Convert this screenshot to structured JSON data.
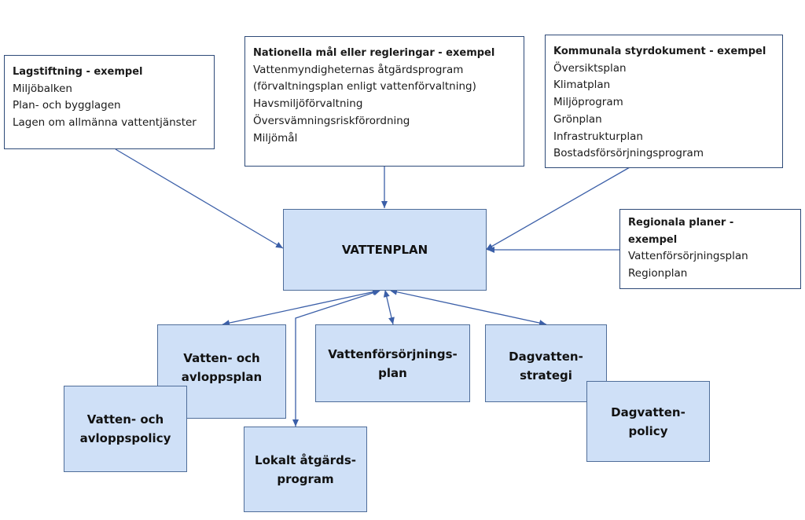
{
  "colors": {
    "box_fill": "#cfe0f7",
    "box_border": "#4f6d99",
    "connector": "#3b5fa8",
    "text_box_border": "#2e4a78"
  },
  "boxes": {
    "lagstiftning": {
      "title": "Lagstiftning  - exempel",
      "items": [
        "Miljöbalken",
        "Plan- och bygglagen",
        "Lagen om allmänna vattentjänster"
      ]
    },
    "nationella": {
      "title": "Nationella mål eller regleringar  - exempel",
      "items": [
        "Vattenmyndigheternas åtgärdsprogram",
        "(förvaltningsplan enligt vattenförvaltning)",
        "Havsmiljöförvaltning",
        "Översvämningsriskförordning",
        "Miljömål"
      ]
    },
    "kommunala": {
      "title": "Kommunala styrdokument - exempel",
      "items": [
        "Översiktsplan",
        "Klimatplan",
        "Miljöprogram",
        "Grönplan",
        "Infrastrukturplan",
        "Bostadsförsörjningsprogram"
      ]
    },
    "regionala": {
      "title_line1": "Regionala planer -",
      "title_line2": "exempel",
      "items": [
        "Vattenförsörjningsplan",
        "Regionplan"
      ]
    }
  },
  "plans": {
    "vattenplan": "VATTENPLAN",
    "va_plan": "Vatten- och\navloppsplan",
    "va_policy": "Vatten- och\navloppspolicy",
    "vattenforsorjning": "Vattenförsörjnings-\nplan",
    "dagvatten_strategi": "Dagvatten-\nstrategi",
    "dagvatten_policy": "Dagvatten-\npolicy",
    "lokalt": "Lokalt åtgärds-\nprogram"
  }
}
